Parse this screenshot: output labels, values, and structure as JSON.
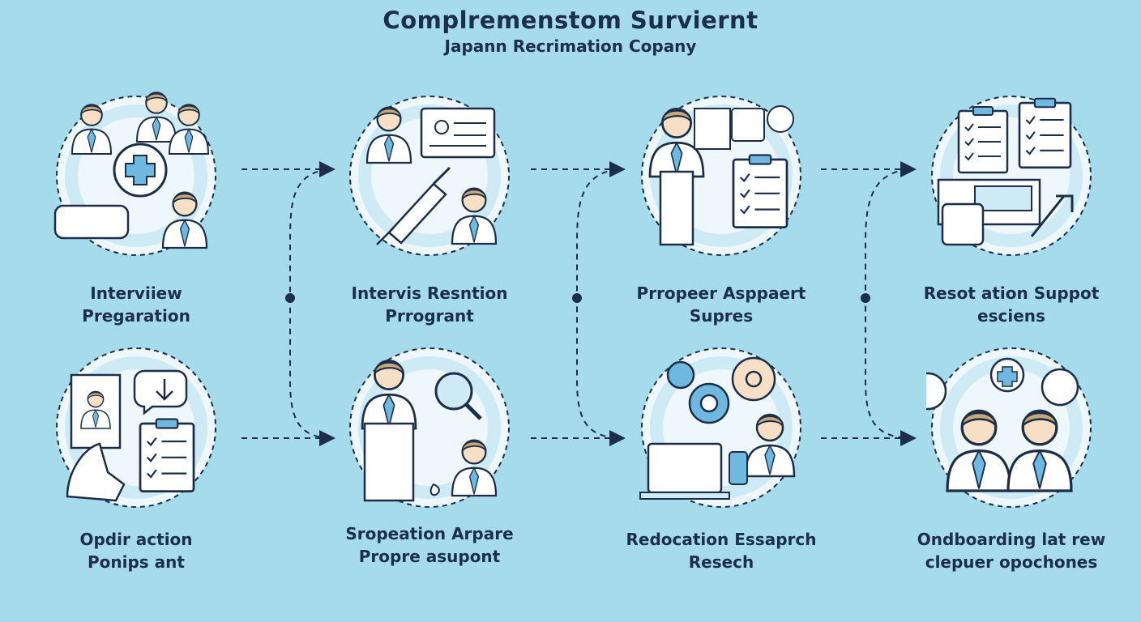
{
  "header": {
    "title": "Complremenstom Surviernt",
    "subtitle": "Japann Recrimation Copany"
  },
  "steps": [
    {
      "line1": "Interviiew",
      "line2": "Pregaration",
      "icon": "team-medical-icon"
    },
    {
      "line1": "Intervis Resntion",
      "line2": "Prrogrant",
      "icon": "doctor-syringe-icon"
    },
    {
      "line1": "Prropeer Asppaert",
      "line2": "Supres",
      "icon": "doctor-checklist-icon"
    },
    {
      "line1": "Resot ation Suppot",
      "line2": "esciens",
      "icon": "documents-icon"
    },
    {
      "line1": "Opdir action",
      "line2": "Ponips ant",
      "icon": "clipboard-hand-icon"
    },
    {
      "line1": "Sropeation Arpare",
      "line2": "Propre asupont",
      "icon": "doctor-search-icon"
    },
    {
      "line1": "Redocation Essaprch",
      "line2": "Resech",
      "icon": "laptop-research-icon"
    },
    {
      "line1": "Ondboarding lat rew",
      "line2": "clepuer opochones",
      "icon": "team-onboarding-icon"
    }
  ],
  "colors": {
    "background": "#a5dbeb",
    "ink": "#1c2e4a",
    "accent": "#6fb9e0",
    "skin": "#f6dfc4",
    "hair": "#c9a877"
  }
}
